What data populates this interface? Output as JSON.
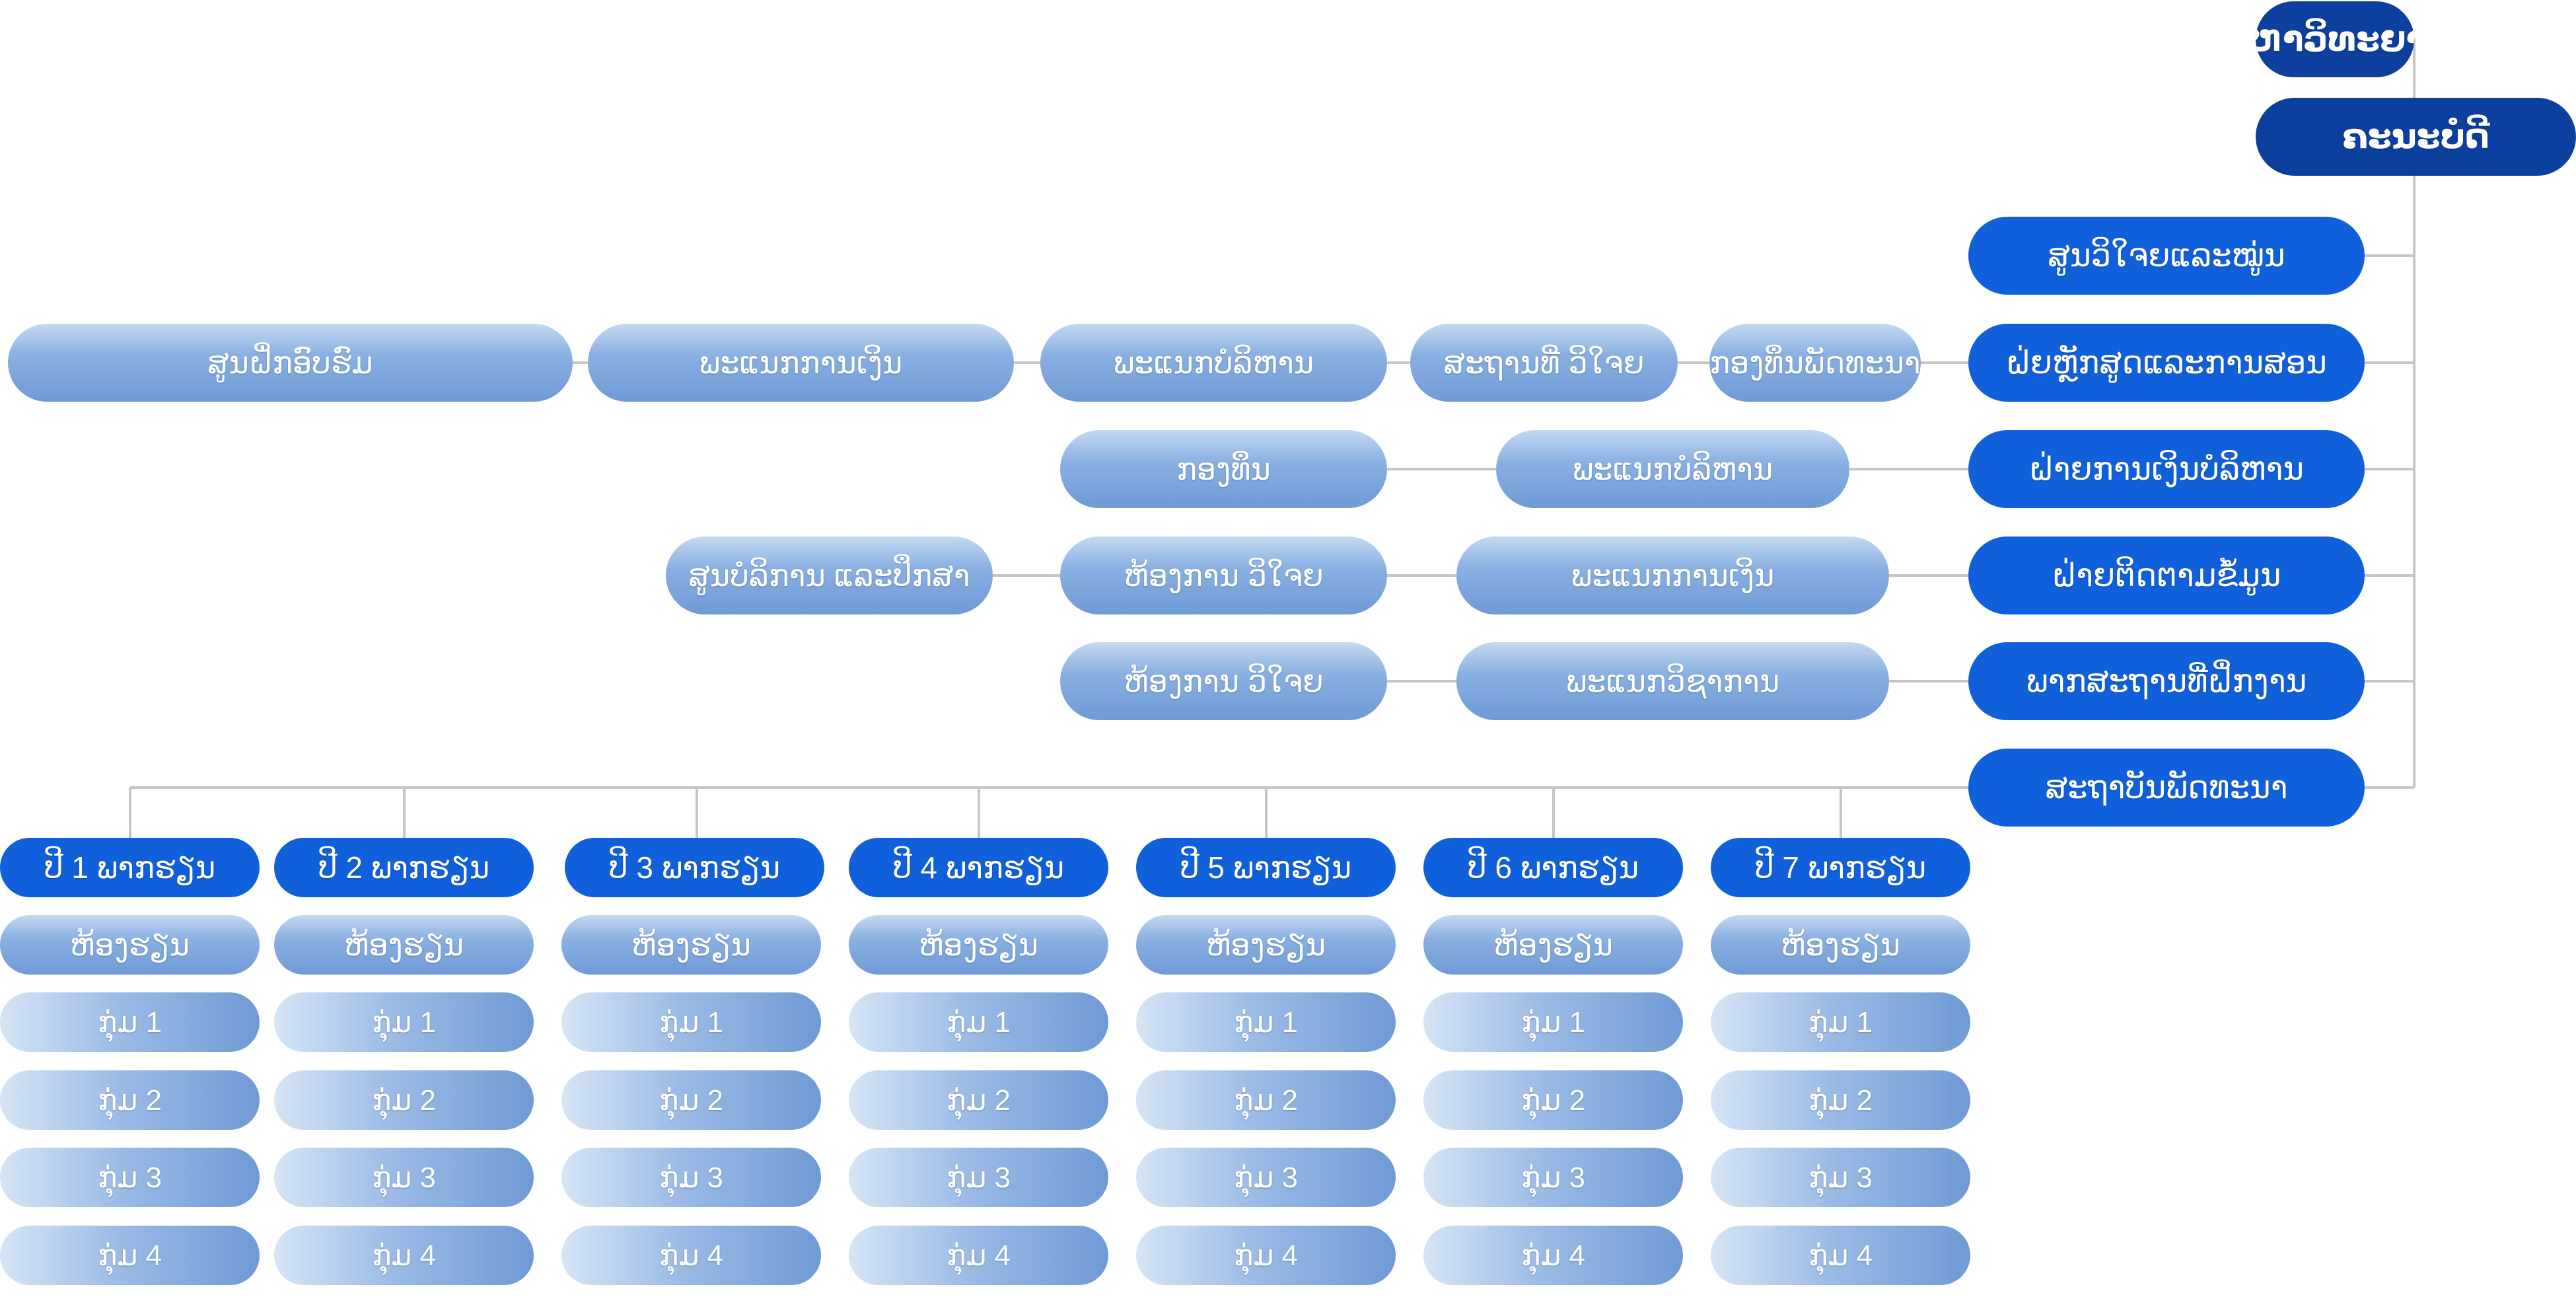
{
  "colors": {
    "dark": "#0c3f9e",
    "blue": "#1060dc",
    "light_from": "#c4d9f2",
    "light_to": "#6e9ad6",
    "connector": "#c6c6c6"
  },
  "root": {
    "title": "ມະຫາວິທະຍາໄລ",
    "subtitle": "ຄະນະບໍດີ"
  },
  "departments": [
    "ສູນວິໃຈຍແລະໝູ່ນ",
    "ຝ່ຍຫຼັກສູດແລະການສອນ",
    "ຝ່າຍການເງິນບໍລິຫານ",
    "ຝ່າຍຕິດຕາມຂໍ້ມູນ",
    "ພາກສະຖານທີ່ຝ່ຶກງານ",
    "ສະຖາບັນພັດທະນາ"
  ],
  "branches": {
    "row1": [
      "ສູນຝ່ຶກອົບຮົມ",
      "ພະແນກການເງິນ",
      "ພະແນກບໍລິຫານ",
      "ສະຖານທີ່ ວິໃຈຍ",
      "ກອງທຶນພັດທະນາ"
    ],
    "row2": [
      "ພະແນກບໍລິຫານ",
      "ກອງທຶນ"
    ],
    "row3": [
      "ພະແນກການເງິນ",
      "ຫ້ອງການ ວິໃຈຍ",
      "ສູນບໍລິການ ແລະປຶກສາ"
    ],
    "row4": [
      "ພະແນກວິຊາການ",
      "ຫ້ອງການ ວິໃຈຍ"
    ]
  },
  "classes": [
    {
      "header": "ປີ 1 ພາກຮຽນ",
      "items": [
        "ຫ້ອງຮຽນ",
        "ກຸ່ມ 1",
        "ກຸ່ມ 2",
        "ກຸ່ມ 3",
        "ກຸ່ມ 4"
      ]
    },
    {
      "header": "ປີ 2 ພາກຮຽນ",
      "items": [
        "ຫ້ອງຮຽນ",
        "ກຸ່ມ 1",
        "ກຸ່ມ 2",
        "ກຸ່ມ 3",
        "ກຸ່ມ 4"
      ]
    },
    {
      "header": "ປີ 3 ພາກຮຽນ",
      "items": [
        "ຫ້ອງຮຽນ",
        "ກຸ່ມ 1",
        "ກຸ່ມ 2",
        "ກຸ່ມ 3",
        "ກຸ່ມ 4"
      ]
    },
    {
      "header": "ປີ 4 ພາກຮຽນ",
      "items": [
        "ຫ້ອງຮຽນ",
        "ກຸ່ມ 1",
        "ກຸ່ມ 2",
        "ກຸ່ມ 3",
        "ກຸ່ມ 4"
      ]
    },
    {
      "header": "ປີ 5 ພາກຮຽນ",
      "items": [
        "ຫ້ອງຮຽນ",
        "ກຸ່ມ 1",
        "ກຸ່ມ 2",
        "ກຸ່ມ 3",
        "ກຸ່ມ 4"
      ]
    },
    {
      "header": "ປີ 6 ພາກຮຽນ",
      "items": [
        "ຫ້ອງຮຽນ",
        "ກຸ່ມ 1",
        "ກຸ່ມ 2",
        "ກຸ່ມ 3",
        "ກຸ່ມ 4"
      ]
    },
    {
      "header": "ປີ 7 ພາກຮຽນ",
      "items": [
        "ຫ້ອງຮຽນ",
        "ກຸ່ມ 1",
        "ກຸ່ມ 2",
        "ກຸ່ມ 3",
        "ກຸ່ມ 4"
      ]
    }
  ]
}
